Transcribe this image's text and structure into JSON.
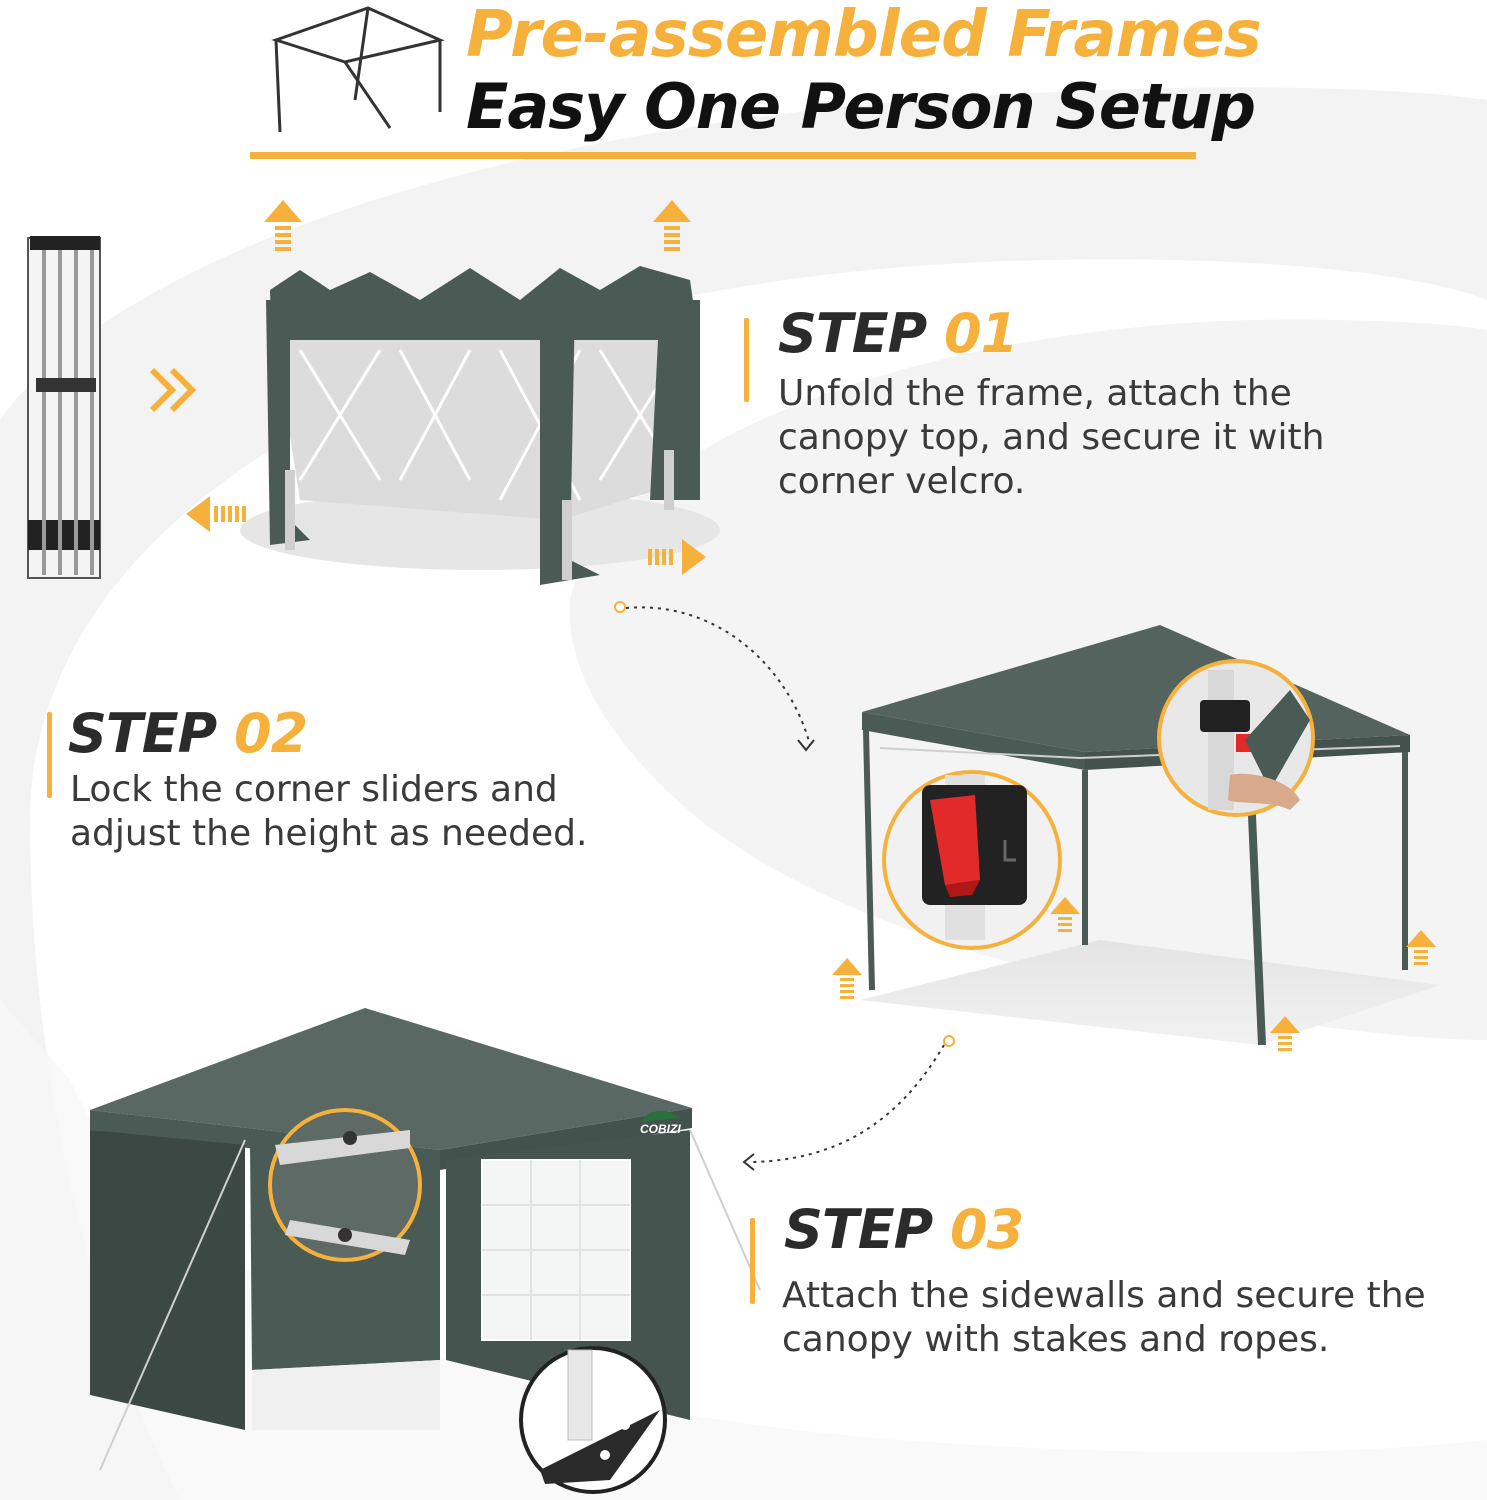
{
  "header": {
    "title_line1": "Pre-assembled Frames",
    "title_line2": "Easy One Person Setup"
  },
  "steps": [
    {
      "word": "STEP",
      "number": "01",
      "description": "Unfold the frame, attach the canopy top, and secure it with corner velcro."
    },
    {
      "word": "STEP",
      "number": "02",
      "description": "Lock the corner sliders and adjust the height as needed."
    },
    {
      "word": "STEP",
      "number": "03",
      "description": "Attach the sidewalls and secure the canopy with stakes and ropes."
    }
  ],
  "brand": {
    "logo_text": "COBIZI"
  },
  "colors": {
    "accent": "#f5b13c",
    "canopy": "#4a5a55",
    "canopy_dark": "#3b4844",
    "text_dark": "#111111",
    "text_body": "#3a3a3a",
    "latch_red": "#e22a2a"
  }
}
